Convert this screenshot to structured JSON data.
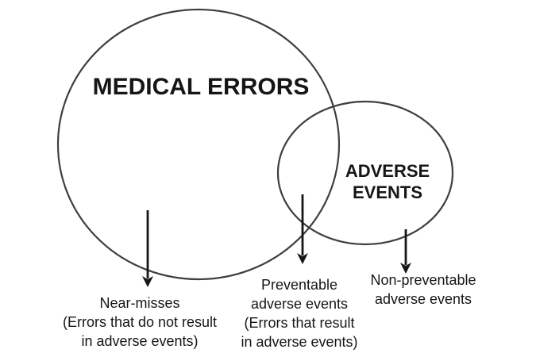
{
  "diagram": {
    "type": "venn",
    "colors": {
      "background": "#ffffff",
      "circle_stroke": "#3f3f3f",
      "arrow": "#161616",
      "text": "#161616"
    },
    "sets": {
      "medical_errors": {
        "label": "MEDICAL ERRORS"
      },
      "adverse_events": {
        "lines": [
          "ADVERSE",
          "EVENTS"
        ]
      }
    },
    "annotations": {
      "near_misses": {
        "points_to": "medical-errors-only-region",
        "lines": [
          "Near-misses",
          "(Errors that do not result",
          "in adverse events)"
        ]
      },
      "preventable": {
        "points_to": "intersection-region",
        "lines": [
          "Preventable",
          "adverse events",
          "(Errors that result",
          "in adverse events)"
        ]
      },
      "non_preventable": {
        "points_to": "adverse-events-only-region",
        "lines": [
          "Non-preventable",
          "adverse events"
        ]
      }
    }
  }
}
